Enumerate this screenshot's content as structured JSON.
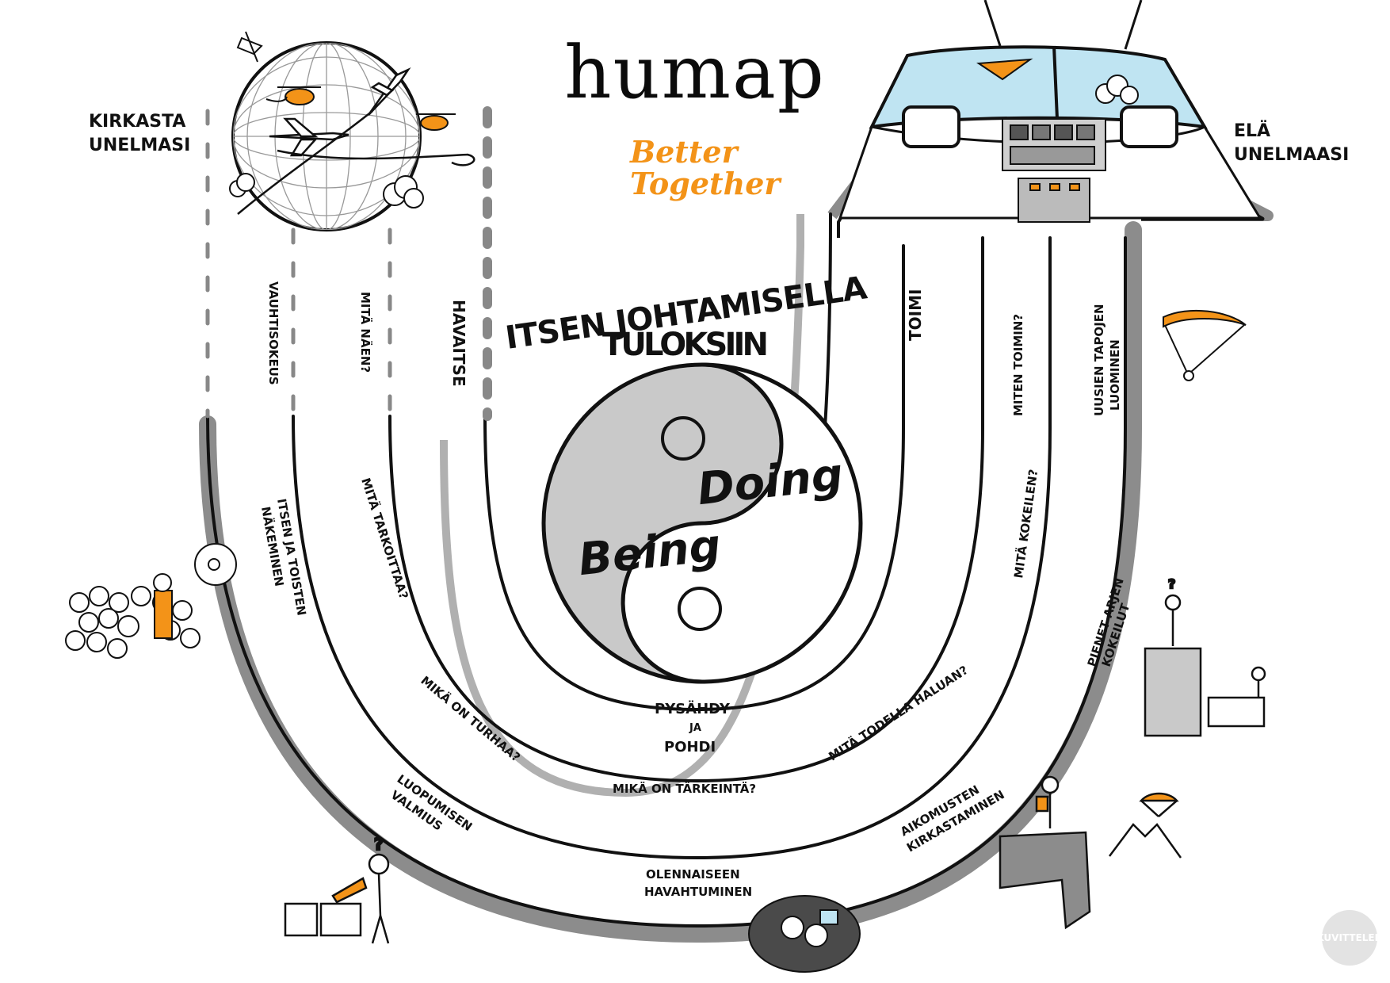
{
  "brand": {
    "logo": "humap",
    "tagline_line1": "Better",
    "tagline_line2": "Together",
    "watermark": "KUVITTELEN"
  },
  "headline": {
    "line1": "ITSEN JOHTAMISELLA",
    "line2": "TULOKSIIN"
  },
  "yin_yang": {
    "doing": "Doing",
    "being": "Being"
  },
  "corner_labels": {
    "left_line1": "KIRKASTA",
    "left_line2": "UNELMASI",
    "right_line1": "ELÄ",
    "right_line2": "UNELMAASI"
  },
  "track_labels": {
    "vauhtisokeus": "VAUHTISOKEUS",
    "mita_naen": "MITÄ NÄEN?",
    "havaitse": "HAVAITSE",
    "toimi": "TOIMI",
    "miten_toimin": "MITEN TOIMIN?",
    "uusien_1": "UUSIEN TAPOJEN",
    "uusien_2": "LUOMINEN",
    "itsen_1": "ITSEN JA TOISTEN",
    "itsen_2": "NÄKEMINEN",
    "mita_tarkoittaa": "MITÄ TARKOITTAA?",
    "mita_kokeilen": "MITÄ KOKEILEN?",
    "pienet_1": "PIENET ARJEN",
    "pienet_2": "KOKEILUT",
    "mika_turhaa": "MIKÄ ON TURHAA?",
    "pysahdy": "PYSÄHDY",
    "ja": "JA",
    "pohdi": "POHDI",
    "mita_todella": "MITÄ TODELLA HALUAN?",
    "mika_tarkeinta": "MIKÄ ON TÄRKEINTÄ?",
    "luopumisen_1": "LUOPUMISEN",
    "luopumisen_2": "VALMIUS",
    "aikomusten_1": "AIKOMUSTEN",
    "aikomusten_2": "KIRKASTAMINEN",
    "olennaiseen_1": "OLENNAISEEN",
    "olennaiseen_2": "HAVAHTUMINEN"
  },
  "colors": {
    "accent": "#f39318",
    "track_gray": "#8c8c8c",
    "yin_gray": "#c9c9c9",
    "sky": "#bfe4f2"
  }
}
